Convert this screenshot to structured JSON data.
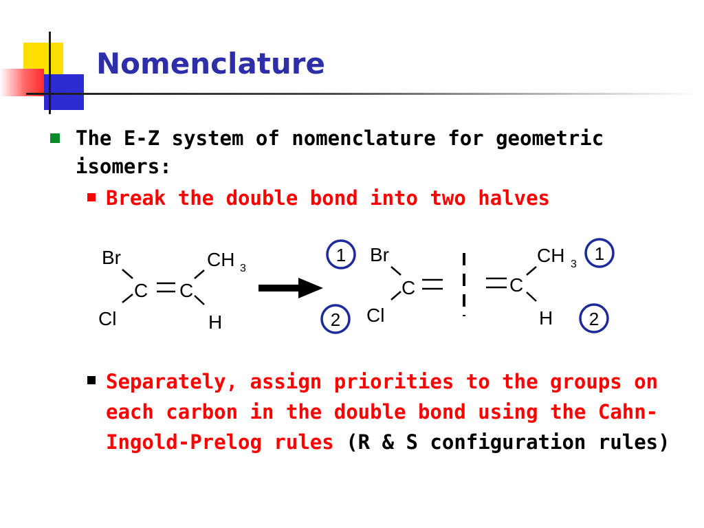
{
  "slide": {
    "title": "Nomenclature",
    "colors": {
      "title": "#2e2ea8",
      "emphasis": "#ff0000",
      "bullet_green": "#0a8a2a",
      "circle": "#1e2a9a"
    },
    "bullets": [
      {
        "text": "The E-Z system of nomenclature for geometric isomers:",
        "color": "#000000"
      },
      {
        "text": "Break the double bond into two halves",
        "color": "#ff0000"
      },
      {
        "text_red": "Separately, assign priorities to the groups on each carbon in the double bond using the Cahn-Ingold-Prelog rules",
        "text_black": " (R & S configuration rules)"
      }
    ]
  },
  "diagram": {
    "molecule": {
      "br": "Br",
      "cl": "Cl",
      "c1": "C",
      "c2": "C",
      "ch": "CH",
      "sub3": "3",
      "h": "H"
    },
    "halves": {
      "left": {
        "br": "Br",
        "cl": "Cl",
        "c": "C",
        "priority_top": "1",
        "priority_bottom": "2"
      },
      "right": {
        "ch": "CH",
        "sub3": "3",
        "h": "H",
        "c": "C",
        "priority_top": "1",
        "priority_bottom": "2"
      }
    },
    "arrow_icon": "right-arrow-icon"
  }
}
